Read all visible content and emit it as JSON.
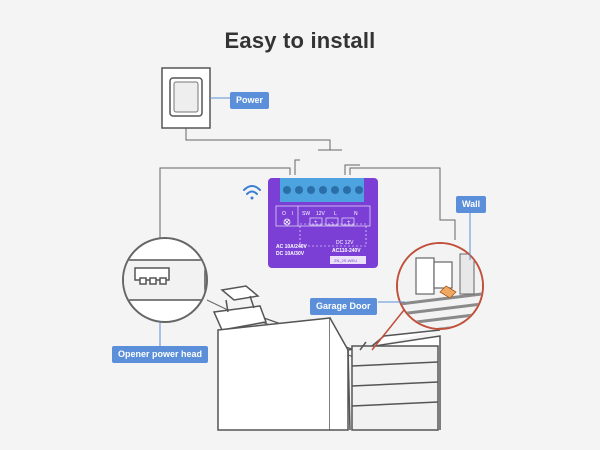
{
  "title": "Easy to install",
  "labels": {
    "power": "Power",
    "wall": "Wall",
    "garage_door": "Garage Door",
    "opener_power_head": "Opener power head"
  },
  "module": {
    "terminals": [
      "O",
      "I",
      "SW",
      "12V",
      "L",
      "N"
    ],
    "rating_ac": "AC 10A/240V",
    "rating_dc": "DC 10A/30V",
    "supply_dc": "DC 12V",
    "supply_ac": "AC110-240V",
    "model": "ZN_2S-WEU",
    "symbols": [
      "+",
      "-",
      "+"
    ]
  },
  "colors": {
    "background": "#f4f4f4",
    "label_blue": "#5b8fd9",
    "module_purple": "#7b3fd6",
    "terminal_blue": "#4da3e0",
    "callout_red": "#c0503a",
    "line_gray": "#666666"
  },
  "icons": {
    "wifi": "wifi-icon",
    "light_switch": "light-switch-icon",
    "bulb": "bulb-icon"
  }
}
